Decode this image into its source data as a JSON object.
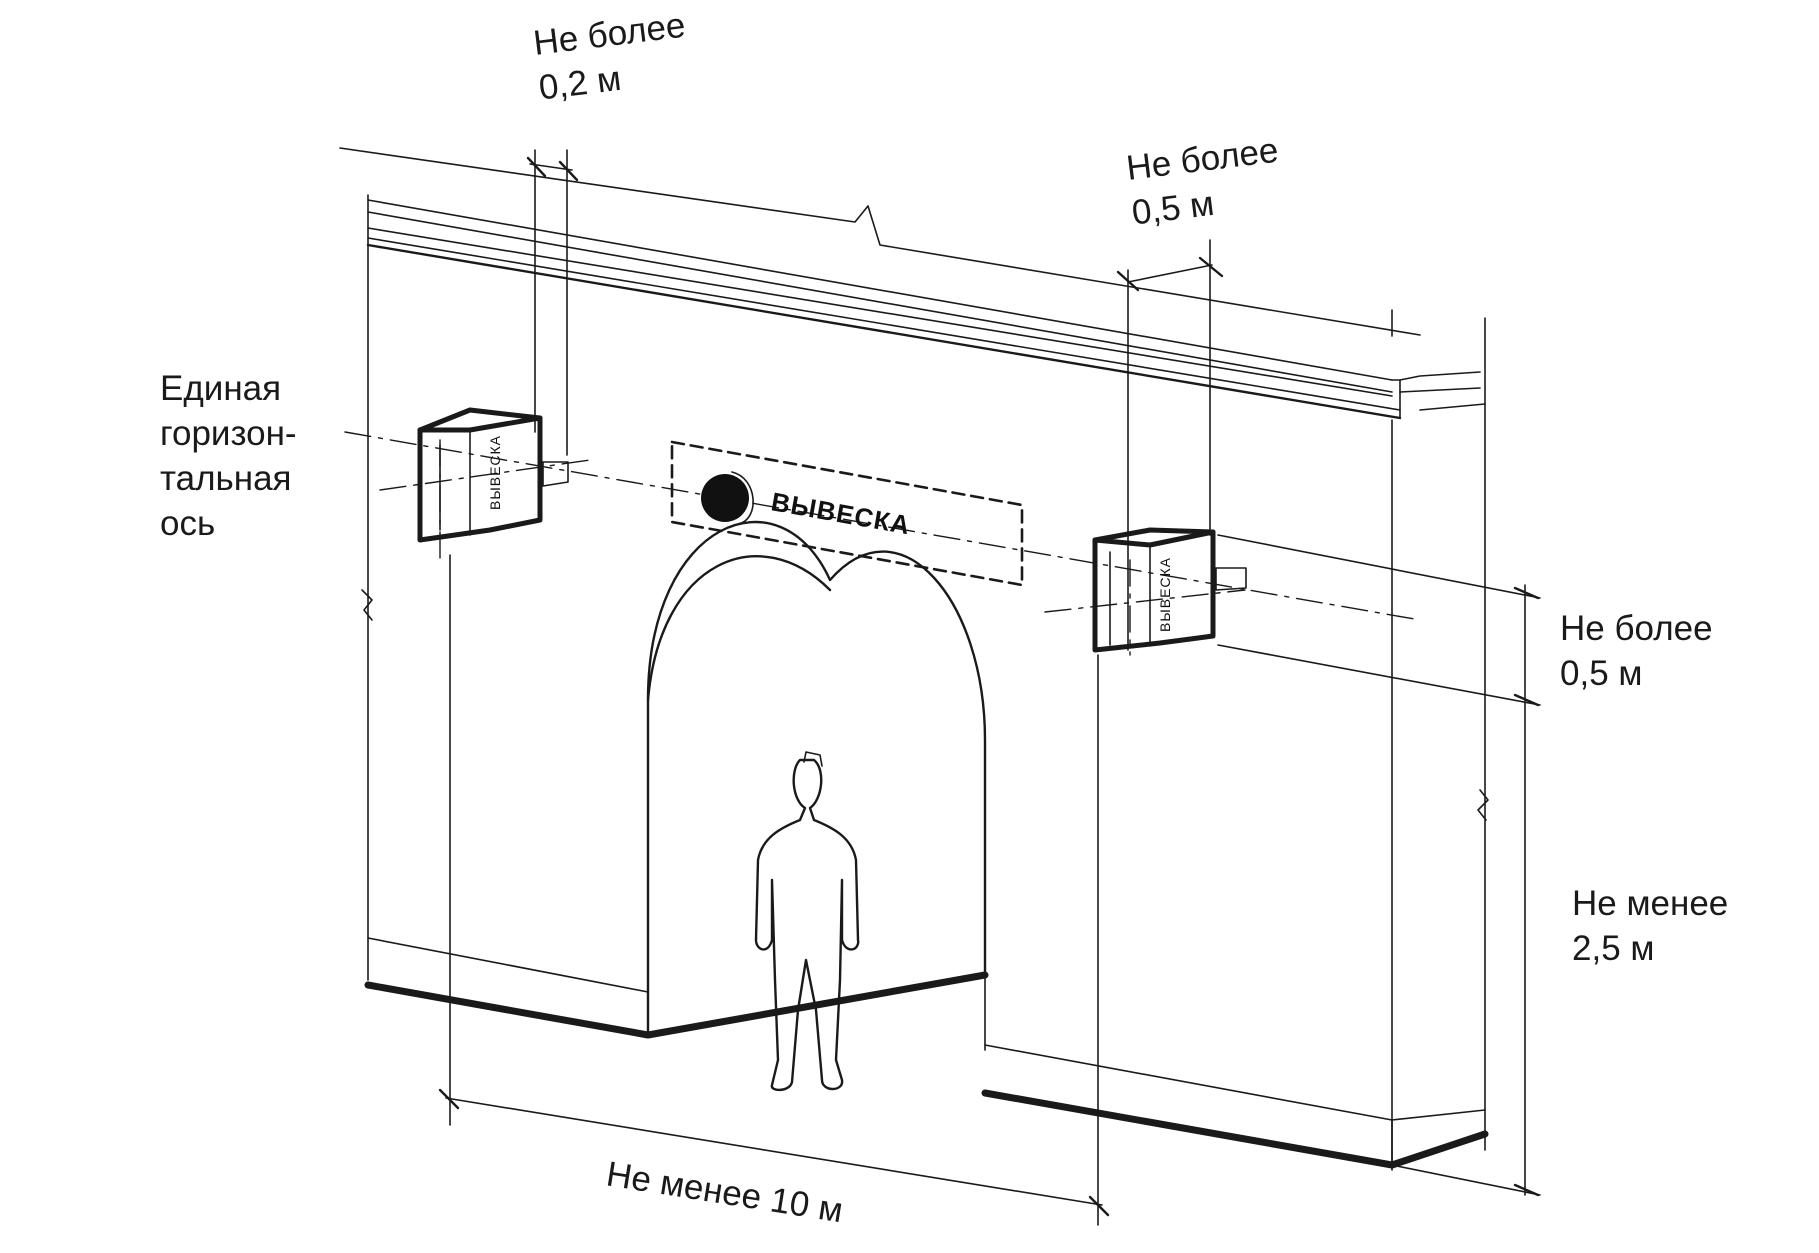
{
  "labels": {
    "top_left_line1": "Не более",
    "top_left_line2": "0,2 м",
    "top_right_line1": "Не более",
    "top_right_line2": "0,5 м",
    "axis_line1": "Единая",
    "axis_line2": "горизон-",
    "axis_line3": "тальная",
    "axis_line4": "ось",
    "right_mid_line1": "Не более",
    "right_mid_line2": "0,5 м",
    "right_low_line1": "Не менее",
    "right_low_line2": "2,5 м",
    "bottom": "Не менее 10 м"
  },
  "sign": {
    "main_text": "ВЫВЕСКА",
    "box_text": "ВЫВЕСКА"
  }
}
